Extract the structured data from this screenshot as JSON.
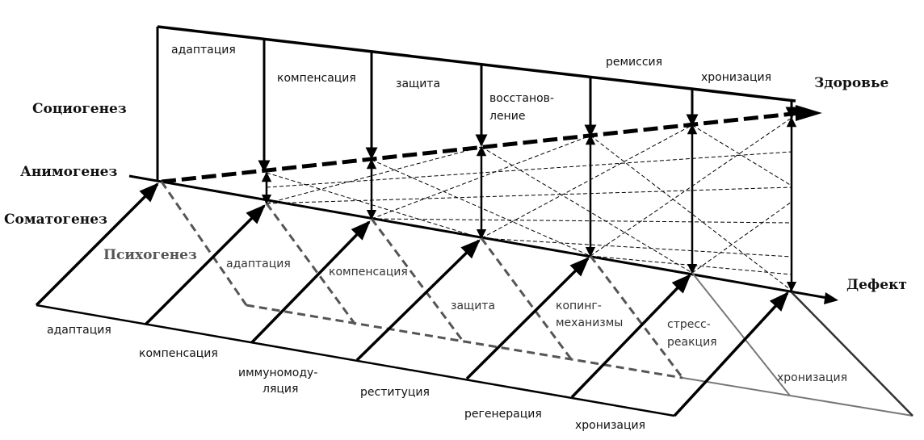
{
  "levels": {
    "sociogenesis": "Социогенез",
    "animogenesis": "Анимогенез",
    "somatogenesis": "Соматогенез",
    "psychogenesis": "Психогенез"
  },
  "outcomes": {
    "health": "Здоровье",
    "defect": "Дефект"
  },
  "top_row": {
    "adaptation": "адаптация",
    "compensation": "компенсация",
    "protection": "защита",
    "restoration_1": "восстанов-",
    "restoration_2": "ление",
    "remission": "ремиссия",
    "chronization": "хронизация"
  },
  "psycho_row": {
    "adaptation": "адаптация",
    "compensation": "компенсация",
    "protection": "защита",
    "coping_1": "копинг-",
    "coping_2": "механизмы",
    "stress_1": "стресс-",
    "stress_2": "реакция",
    "chronization": "хронизация"
  },
  "soma_row": {
    "adaptation": "адаптация",
    "compensation": "компенсация",
    "immuno_1": "иммуномоду-",
    "immuno_2": "ляция",
    "restitution": "реституция",
    "regeneration": "регенерация",
    "chronization": "хронизация"
  }
}
